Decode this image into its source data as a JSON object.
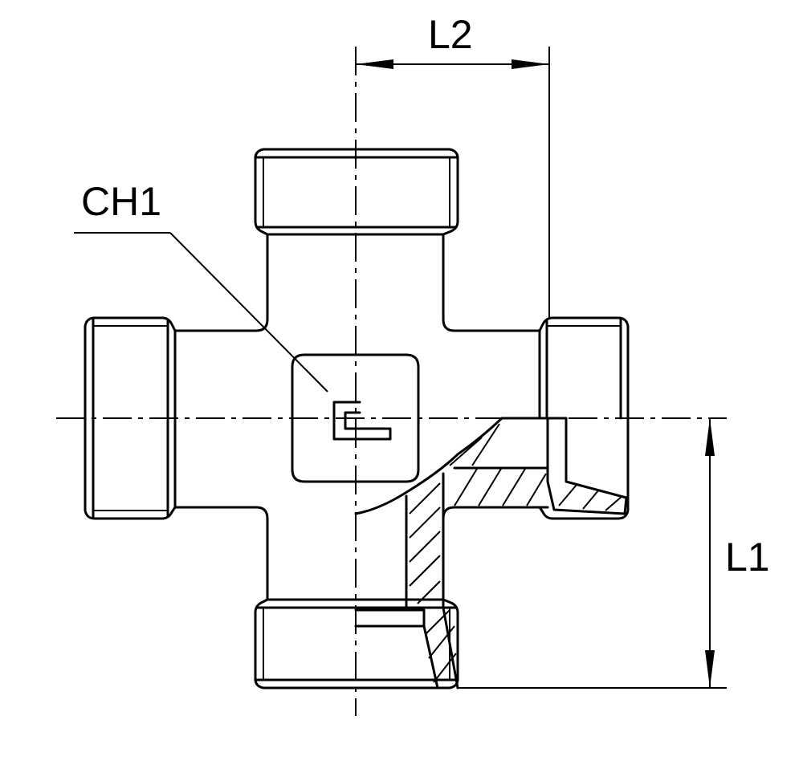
{
  "labels": {
    "ch1": "CH1",
    "l2": "L2",
    "l1": "L1"
  },
  "colors": {
    "line": "#000000",
    "background": "#ffffff"
  }
}
